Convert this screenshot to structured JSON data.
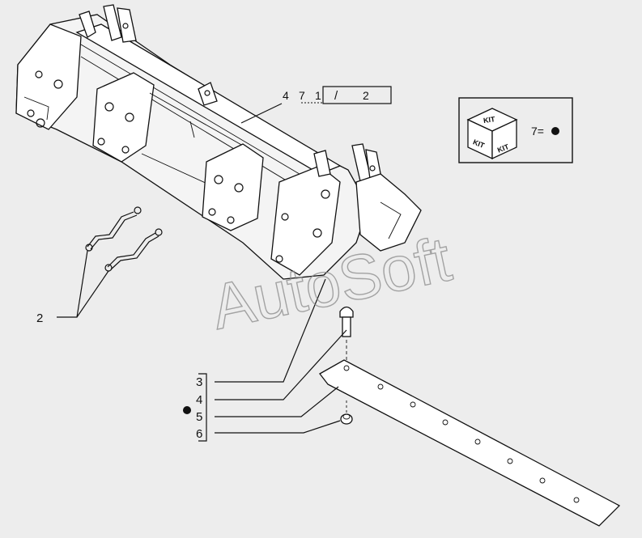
{
  "diagram": {
    "reference": {
      "item": "4",
      "ref": "7",
      "sheet": "1",
      "separator": "/",
      "page": "2"
    },
    "callouts": [
      {
        "id": "2",
        "label": "2"
      },
      {
        "id": "3",
        "label": "3"
      },
      {
        "id": "4",
        "label": "4"
      },
      {
        "id": "5",
        "label": "5"
      },
      {
        "id": "6",
        "label": "6"
      }
    ],
    "kit_box": {
      "kit_text": "KIT",
      "legend_label": "7="
    },
    "watermark": "AutoSoft",
    "colors": {
      "background": "#ededed",
      "line": "#111111",
      "watermark": "#8a8a8a"
    }
  }
}
